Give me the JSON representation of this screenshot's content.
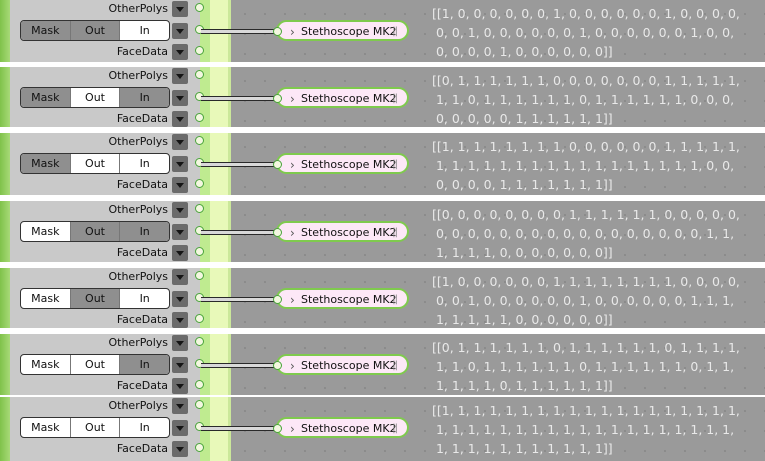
{
  "labels": {
    "other_polys": "OtherPolys",
    "mask": "Mask",
    "face_data": "FaceData",
    "btn_mask": "Mask",
    "btn_out": "Out",
    "btn_in": "In",
    "node_name": "Stethoscope MK2"
  },
  "colors": {
    "node_bg": "#fde8f7",
    "node_border": "#7fca4e",
    "panel_bg": "#c9c9c9",
    "canvas_bg": "#9a9a9a",
    "output_text": "#e9e9e9"
  },
  "rows": [
    {
      "toggles": {
        "mask": true,
        "out": true,
        "in": false
      },
      "output_lines": [
        "[[1, 0, 0, 0, 0, 0, 0, 1, 0, 0, 0, 0, 0, 0, 1, 0, 0, 0, 0,",
        " 0, 0, 1, 0, 0, 0, 0, 0, 0, 1, 0, 0, 0, 0, 0, 0, 1, 0, 0,",
        " 0, 0, 0, 0, 1, 0, 0, 0, 0, 0, 0]]"
      ]
    },
    {
      "toggles": {
        "mask": true,
        "out": false,
        "in": true
      },
      "output_lines": [
        "[[0, 1, 1, 1, 1, 1, 1, 0, 0, 0, 0, 0, 0, 0, 1, 1, 1, 1, 1,",
        " 1, 1, 0, 1, 1, 1, 1, 1, 1, 0, 1, 1, 1, 1, 1, 1, 0, 0, 0,",
        " 0, 0, 0, 0, 0, 1, 1, 1, 1, 1, 1]]"
      ]
    },
    {
      "toggles": {
        "mask": true,
        "out": false,
        "in": false
      },
      "output_lines": [
        "[[1, 1, 1, 1, 1, 1, 1, 1, 0, 0, 0, 0, 0, 0, 1, 1, 1, 1, 1,",
        " 1, 1, 1, 1, 1, 1, 1, 1, 1, 1, 1, 1, 1, 1, 1, 1, 1, 0, 0,",
        " 0, 0, 0, 0, 1, 1, 1, 1, 1, 1, 1]]"
      ]
    },
    {
      "toggles": {
        "mask": false,
        "out": true,
        "in": true
      },
      "output_lines": [
        "[[0, 0, 0, 0, 0, 0, 0, 0, 1, 1, 1, 1, 1, 1, 0, 0, 0, 0, 0,",
        " 0, 0, 0, 0, 0, 0, 0, 0, 0, 0, 0, 0, 0, 0, 0, 0, 0, 1, 1,",
        " 1, 1, 1, 1, 0, 0, 0, 0, 0, 0, 0]]"
      ]
    },
    {
      "toggles": {
        "mask": false,
        "out": true,
        "in": false
      },
      "output_lines": [
        "[[1, 0, 0, 0, 0, 0, 0, 1, 1, 1, 1, 1, 1, 1, 1, 0, 0, 0, 0,",
        " 0, 0, 1, 0, 0, 0, 0, 0, 0, 1, 0, 0, 0, 0, 0, 0, 1, 1, 1,",
        " 1, 1, 1, 1, 1, 0, 0, 0, 0, 0, 0]]"
      ]
    },
    {
      "toggles": {
        "mask": false,
        "out": false,
        "in": true
      },
      "output_lines": [
        "[[0, 1, 1, 1, 1, 1, 1, 0, 1, 1, 1, 1, 1, 1, 0, 1, 1, 1, 1,",
        " 1, 1, 0, 1, 1, 1, 1, 1, 1, 0, 1, 1, 1, 1, 1, 1, 0, 1, 1,",
        " 1, 1, 1, 1, 0, 1, 1, 1, 1, 1, 1]]"
      ]
    },
    {
      "toggles": {
        "mask": false,
        "out": false,
        "in": false
      },
      "output_lines": [
        "[[1, 1, 1, 1, 1, 1, 1, 1, 1, 1, 1, 1, 1, 1, 1, 1, 1, 1, 1,",
        " 1, 1, 1, 1, 1, 1, 1, 1, 1, 1, 1, 1, 1, 1, 1, 1, 1, 1, 1,",
        " 1, 1, 1, 1, 1, 1, 1, 1, 1, 1, 1]]"
      ]
    }
  ]
}
